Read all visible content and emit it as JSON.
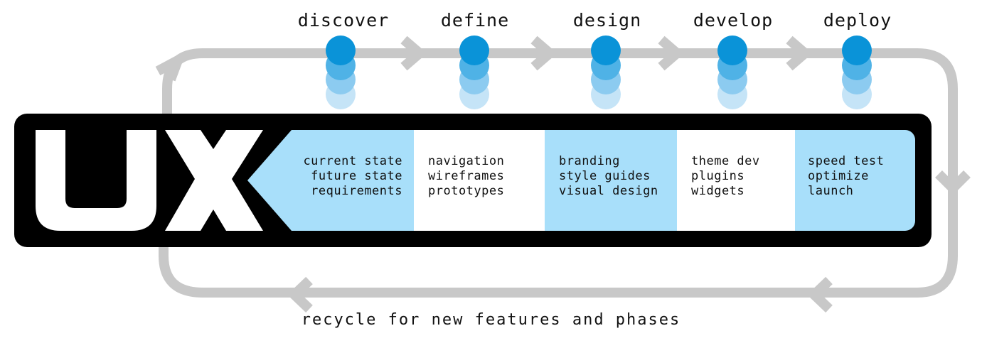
{
  "phases": [
    {
      "title": "discover",
      "items": [
        "current state",
        "future state",
        "requirements"
      ],
      "style": "blue"
    },
    {
      "title": "define",
      "items": [
        "navigation",
        "wireframes",
        "prototypes"
      ],
      "style": "white"
    },
    {
      "title": "design",
      "items": [
        "branding",
        "style guides",
        "visual design"
      ],
      "style": "blue"
    },
    {
      "title": "develop",
      "items": [
        "theme dev",
        "plugins",
        "widgets"
      ],
      "style": "white"
    },
    {
      "title": "deploy",
      "items": [
        "speed test",
        "optimize",
        "launch"
      ],
      "style": "blue"
    }
  ],
  "logo": "UX",
  "footer": "recycle for new features and phases",
  "colors": {
    "loop": "#c8c8c8",
    "dot_1": "#0a93d8",
    "dot_2": "#4fb2e6",
    "dot_3": "#8ccbf0",
    "dot_4": "#c5e4f7",
    "cell_blue": "#a8dffa",
    "bar": "#000000"
  }
}
